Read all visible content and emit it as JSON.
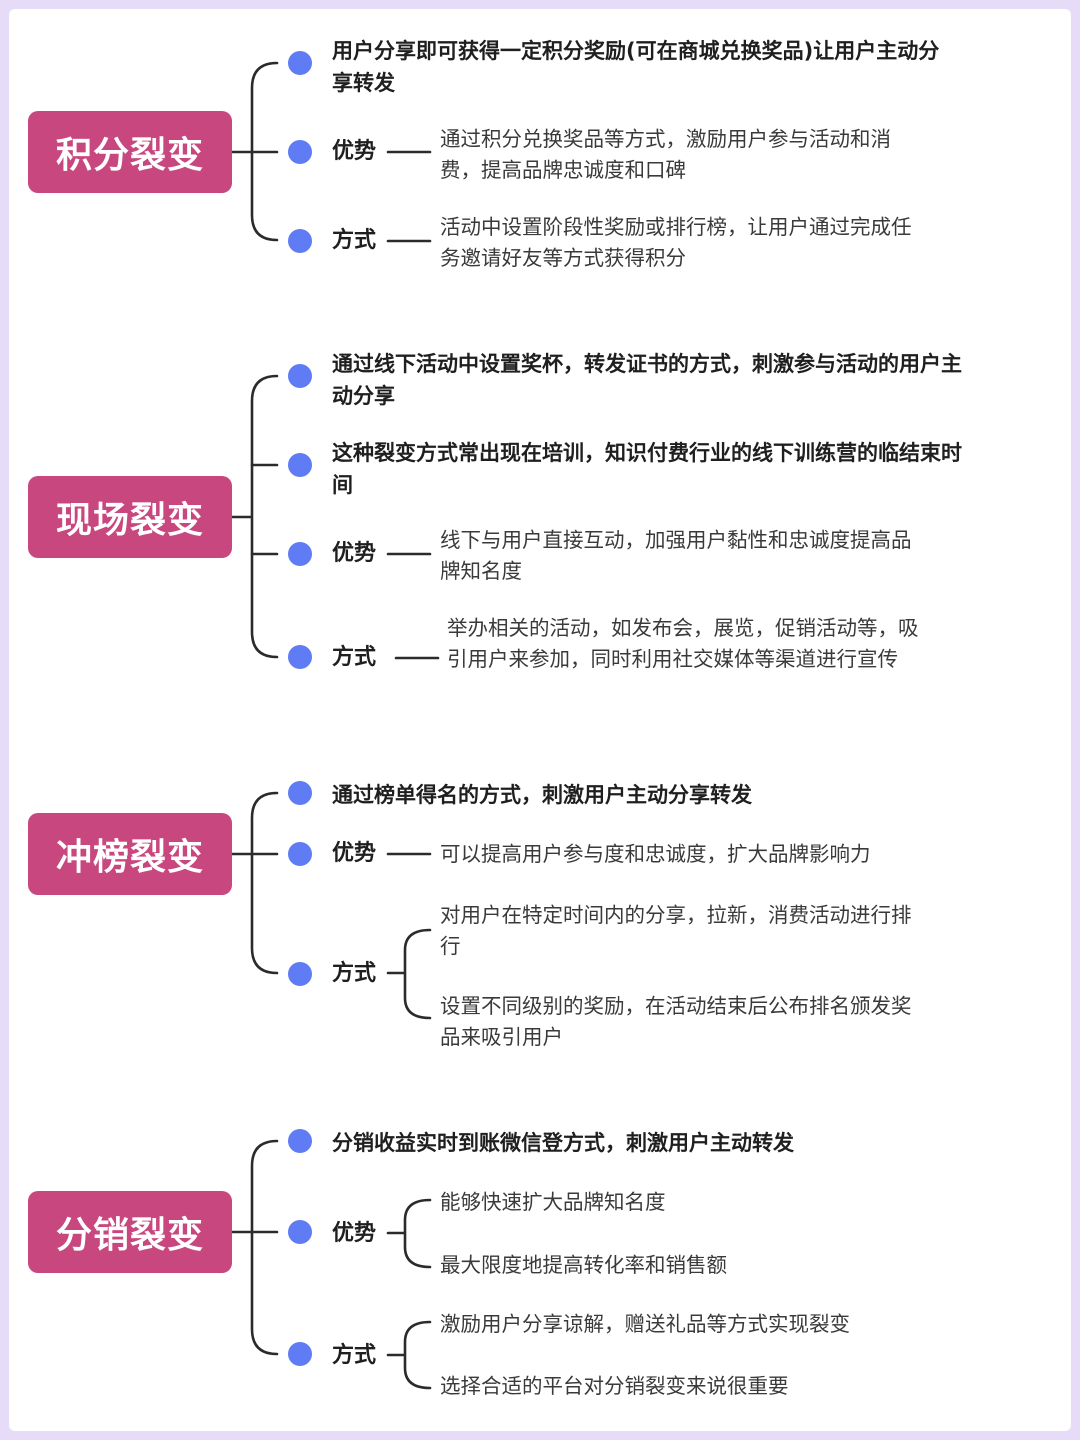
{
  "categories": [
    {
      "title": "积分裂变",
      "items": [
        {
          "type": "statement",
          "text": "用户分享即可获得一定积分奖励(可在商城兑换奖品)让用户主动分享转发"
        },
        {
          "type": "labeled",
          "label": "优势",
          "details": [
            "通过积分兑换奖品等方式，激励用户参与活动和消费，提高品牌忠诚度和口碑"
          ]
        },
        {
          "type": "labeled",
          "label": "方式",
          "details": [
            "活动中设置阶段性奖励或排行榜，让用户通过完成任务邀请好友等方式获得积分"
          ]
        }
      ]
    },
    {
      "title": "现场裂变",
      "items": [
        {
          "type": "statement",
          "text": "通过线下活动中设置奖杯，转发证书的方式，刺激参与活动的用户主动分享"
        },
        {
          "type": "statement",
          "text": "这种裂变方式常出现在培训，知识付费行业的线下训练营的临结束时间"
        },
        {
          "type": "labeled",
          "label": "优势",
          "details": [
            "线下与用户直接互动，加强用户黏性和忠诚度提高品牌知名度"
          ]
        },
        {
          "type": "labeled",
          "label": "方式",
          "details": [
            "举办相关的活动，如发布会，展览，促销活动等，吸引用户来参加，同时利用社交媒体等渠道进行宣传"
          ]
        }
      ]
    },
    {
      "title": "冲榜裂变",
      "items": [
        {
          "type": "statement",
          "text": "通过榜单得名的方式，刺激用户主动分享转发"
        },
        {
          "type": "labeled",
          "label": "优势",
          "details": [
            "可以提高用户参与度和忠诚度，扩大品牌影响力"
          ]
        },
        {
          "type": "labeled",
          "label": "方式",
          "details": [
            "对用户在特定时间内的分享，拉新，消费活动进行排行",
            "设置不同级别的奖励，在活动结束后公布排名颁发奖品来吸引用户"
          ]
        }
      ]
    },
    {
      "title": "分销裂变",
      "items": [
        {
          "type": "statement",
          "text": "分销收益实时到账微信登方式，刺激用户主动转发"
        },
        {
          "type": "labeled",
          "label": "优势",
          "details": [
            "能够快速扩大品牌知名度",
            "最大限度地提高转化率和销售额"
          ]
        },
        {
          "type": "labeled",
          "label": "方式",
          "details": [
            "激励用户分享谅解，赠送礼品等方式实现裂变",
            "选择合适的平台对分销裂变来说很重要"
          ]
        }
      ]
    }
  ]
}
